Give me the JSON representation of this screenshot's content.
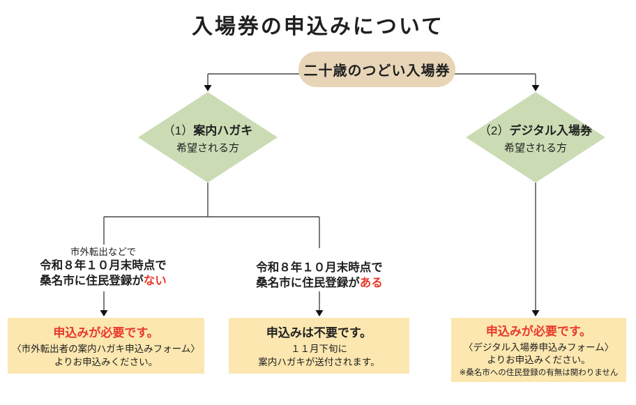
{
  "colors": {
    "beige": "#E8D5B7",
    "green": "#CBDCB4",
    "yellow": "#FBE7AF",
    "red": "#E8392B",
    "line": "#454545",
    "text": "#1F1F1F"
  },
  "title": "入場券の申込みについて",
  "root": {
    "label": "二十歳のつどい入場券"
  },
  "branches": {
    "left": {
      "number": "（1）",
      "name": "案内ハガキ",
      "subtitle": "希望される方"
    },
    "right": {
      "number": "（2）",
      "name": "デジタル入場券",
      "subtitle": "希望される方"
    }
  },
  "conditions": {
    "left": {
      "line1": "市外転出などで",
      "line2": "令和８年１０月末時点で",
      "line3_prefix": "桑名市に住民登録が",
      "line3_highlight": "ない"
    },
    "middle": {
      "line1": "令和８年１０月末時点で",
      "line2_prefix": "桑名市に住民登録が",
      "line2_highlight": "ある"
    }
  },
  "results": {
    "left": {
      "heading": "申込みが必要です。",
      "line1": "〈市外転出者の案内ハガキ申込みフォーム〉",
      "line2": "よりお申込みください。"
    },
    "middle": {
      "heading": "申込みは不要です。",
      "line1": "１１月下旬に",
      "line2": "案内ハガキが送付されます。"
    },
    "right": {
      "heading": "申込みが必要です。",
      "line1": "〈デジタル入場券申込みフォーム〉",
      "line2": "よりお申込みください。",
      "note": "※桑名市への住民登録の有無は関わりません"
    }
  }
}
